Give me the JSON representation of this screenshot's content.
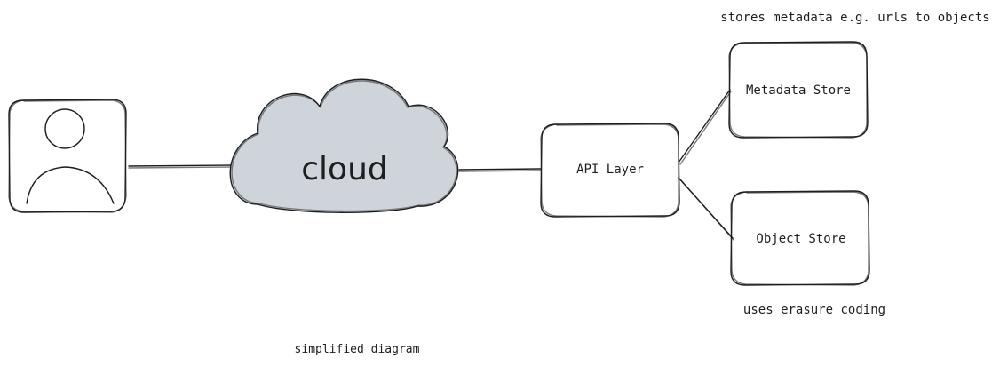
{
  "diagram": {
    "cloud_label": "cloud",
    "api_label": "API Layer",
    "metadata_label": "Metadata Store",
    "object_label": "Object Store",
    "metadata_note": "stores metadata e.g. urls to objects",
    "object_note": "uses erasure coding",
    "caption": "simplified diagram"
  },
  "colors": {
    "stroke": "#1e1e1e",
    "cloud_fill": "#ced4da",
    "background": "#ffffff"
  },
  "icons": {
    "user": "user-avatar-icon"
  }
}
